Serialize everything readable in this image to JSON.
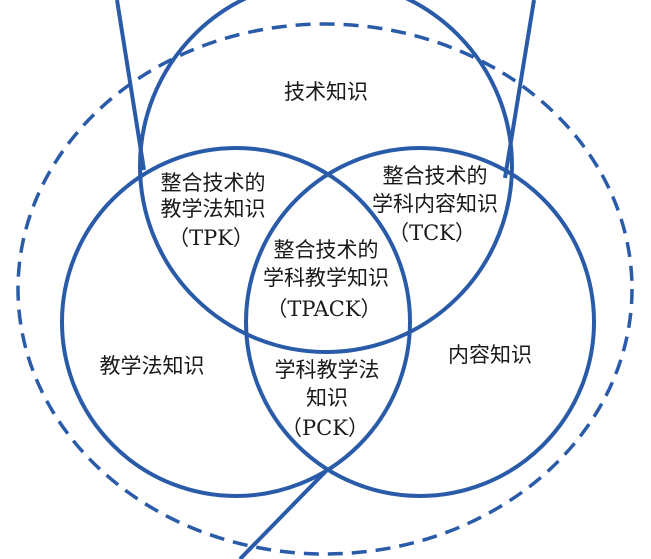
{
  "colors": {
    "stroke": "#2a5ba8",
    "text": "#1a1a1a",
    "background": "#ffffff"
  },
  "labels": {
    "tk": "技术知识",
    "pk": "教学法知识",
    "ck": "内容知识",
    "tpk": {
      "line1": "整合技术的",
      "line2": "教学法知识",
      "line3": "（TPK）"
    },
    "tck": {
      "line1": "整合技术的",
      "line2": "学科内容知识",
      "line3": "（TCK）"
    },
    "tpack": {
      "line1": "整合技术的",
      "line2": "学科教学知识",
      "line3": "（TPACK）"
    },
    "pck": {
      "line1": "学科教学法",
      "line2": "知识",
      "line3": "（PCK）"
    }
  }
}
